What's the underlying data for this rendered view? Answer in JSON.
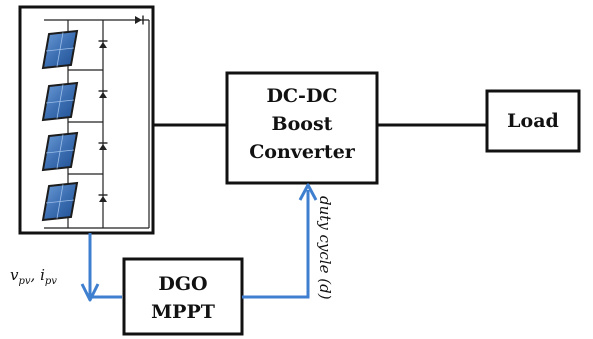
{
  "colors": {
    "block_stroke": "#111111",
    "signal_arrow": "#3f7fd0",
    "panel_fill": "#3d6fb3",
    "panel_frame": "#1c1c1c"
  },
  "pv_array": {
    "panel_count": 4,
    "icons": [
      "solar-panel-icon",
      "bypass-diode-icon",
      "blocking-diode-icon"
    ]
  },
  "converter": {
    "line1": "DC-DC",
    "line2": "Boost",
    "line3": "Converter"
  },
  "load": {
    "label": "Load"
  },
  "mppt": {
    "line1": "DGO",
    "line2": "MPPT"
  },
  "signals": {
    "pv_measure": "v",
    "pv_measure_sub1": "pv",
    "pv_measure_sep": ", i",
    "pv_measure_sub2": "pv",
    "duty_cycle": "duty cycle (d)"
  }
}
